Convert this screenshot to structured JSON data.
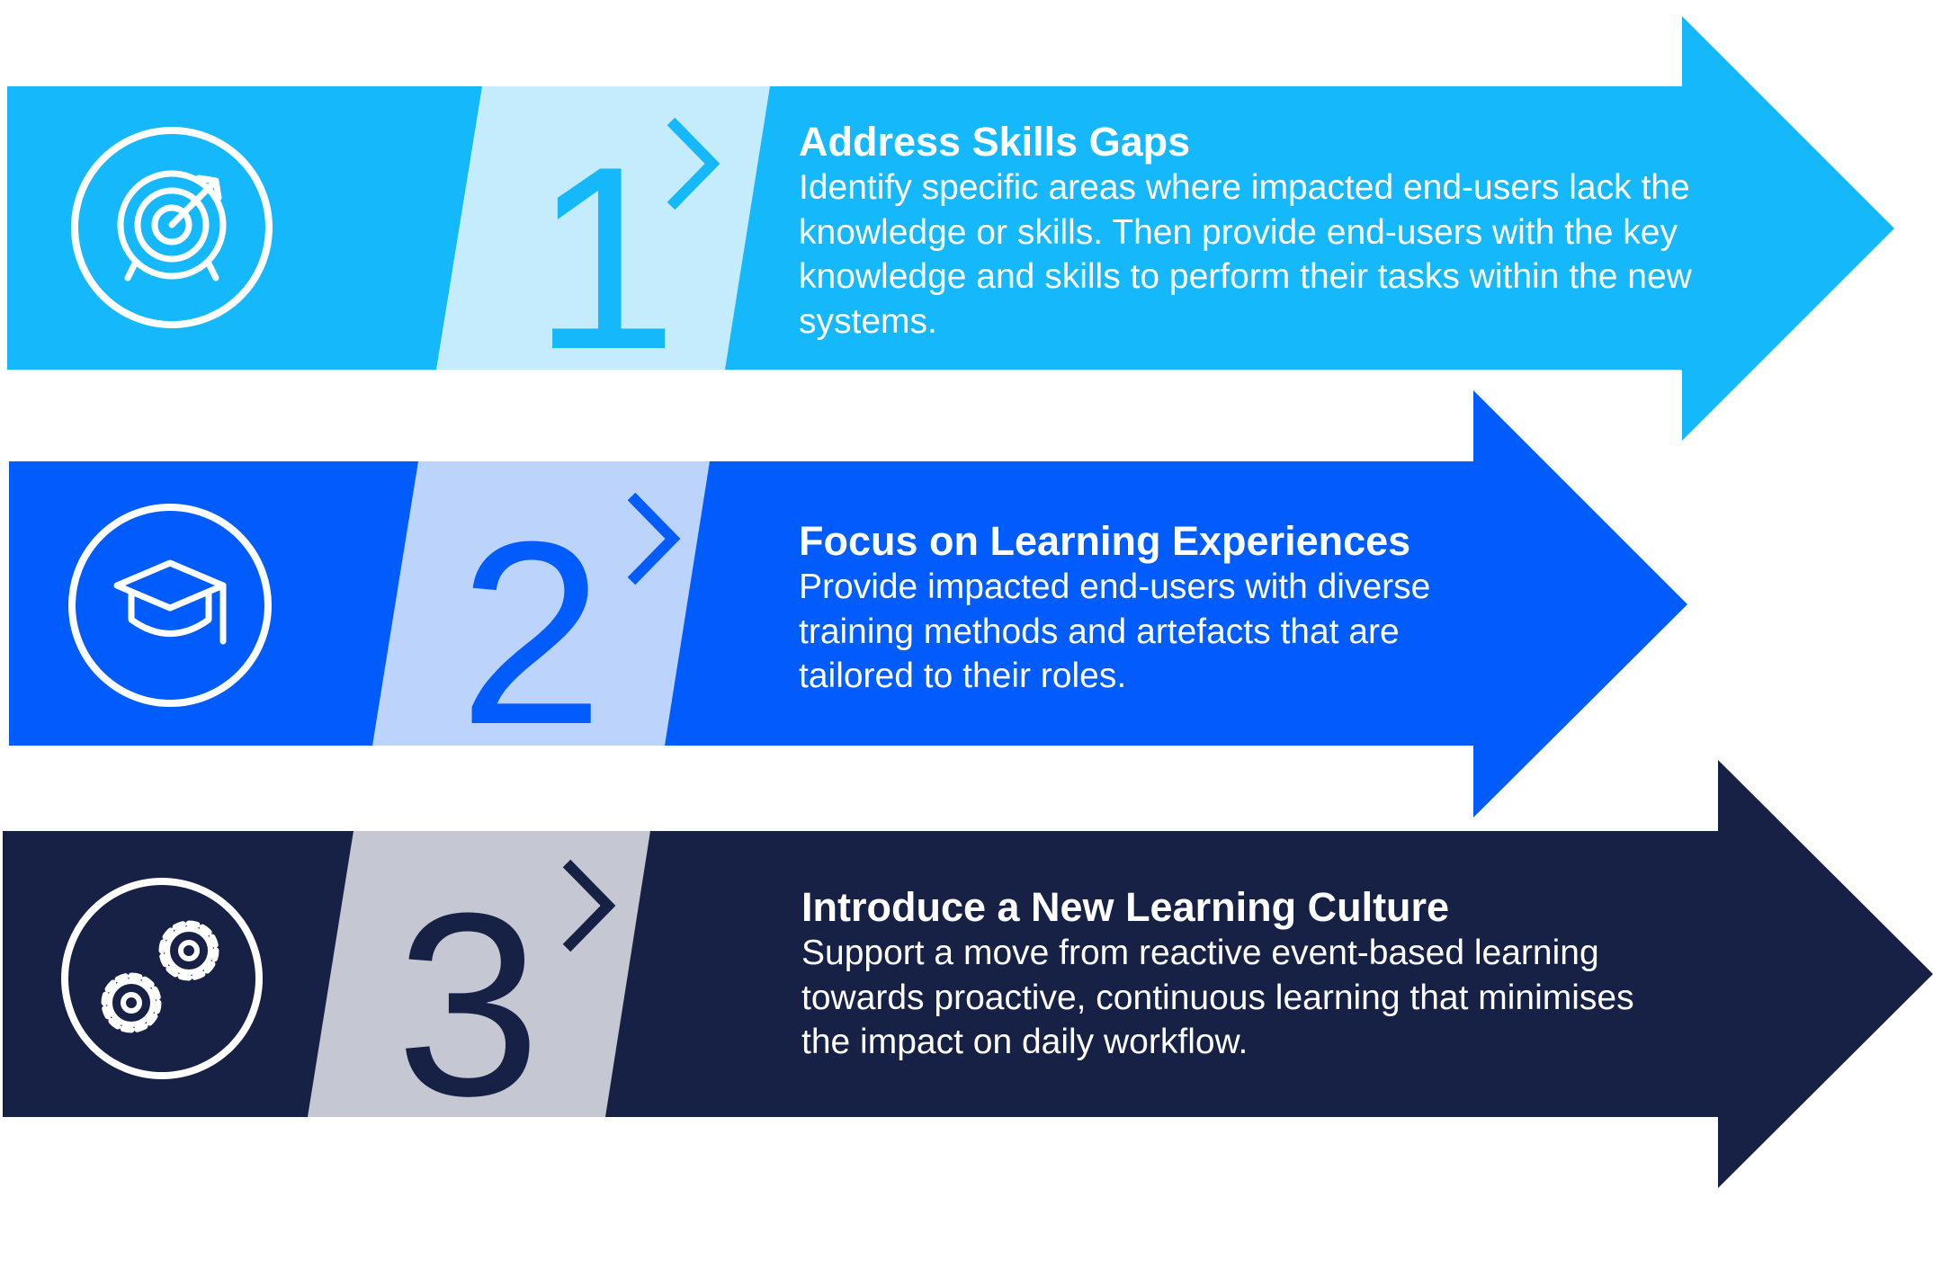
{
  "colors": {
    "step1": "#15b8fb",
    "step1_band": "#c4ecfc",
    "step2": "#005cfc",
    "step2_band": "#bcd3fb",
    "step3": "#172146",
    "step3_band": "#c5c8d2",
    "text": "#ffffff"
  },
  "steps": [
    {
      "number": "1",
      "icon": "target-icon",
      "title": "Address Skills Gaps",
      "description": "Identify specific areas where impacted end-users lack the knowledge or skills. Then provide end-users with the key knowledge and skills to perform their tasks within the new systems."
    },
    {
      "number": "2",
      "icon": "graduation-cap-icon",
      "title": "Focus on Learning Experiences",
      "description": "Provide impacted end-users with diverse training methods and artefacts that are tailored to their roles."
    },
    {
      "number": "3",
      "icon": "gears-icon",
      "title": "Introduce a New Learning Culture",
      "description": "Support a move from reactive event-based learning towards proactive, continuous learning that minimises the impact on daily workflow."
    }
  ]
}
